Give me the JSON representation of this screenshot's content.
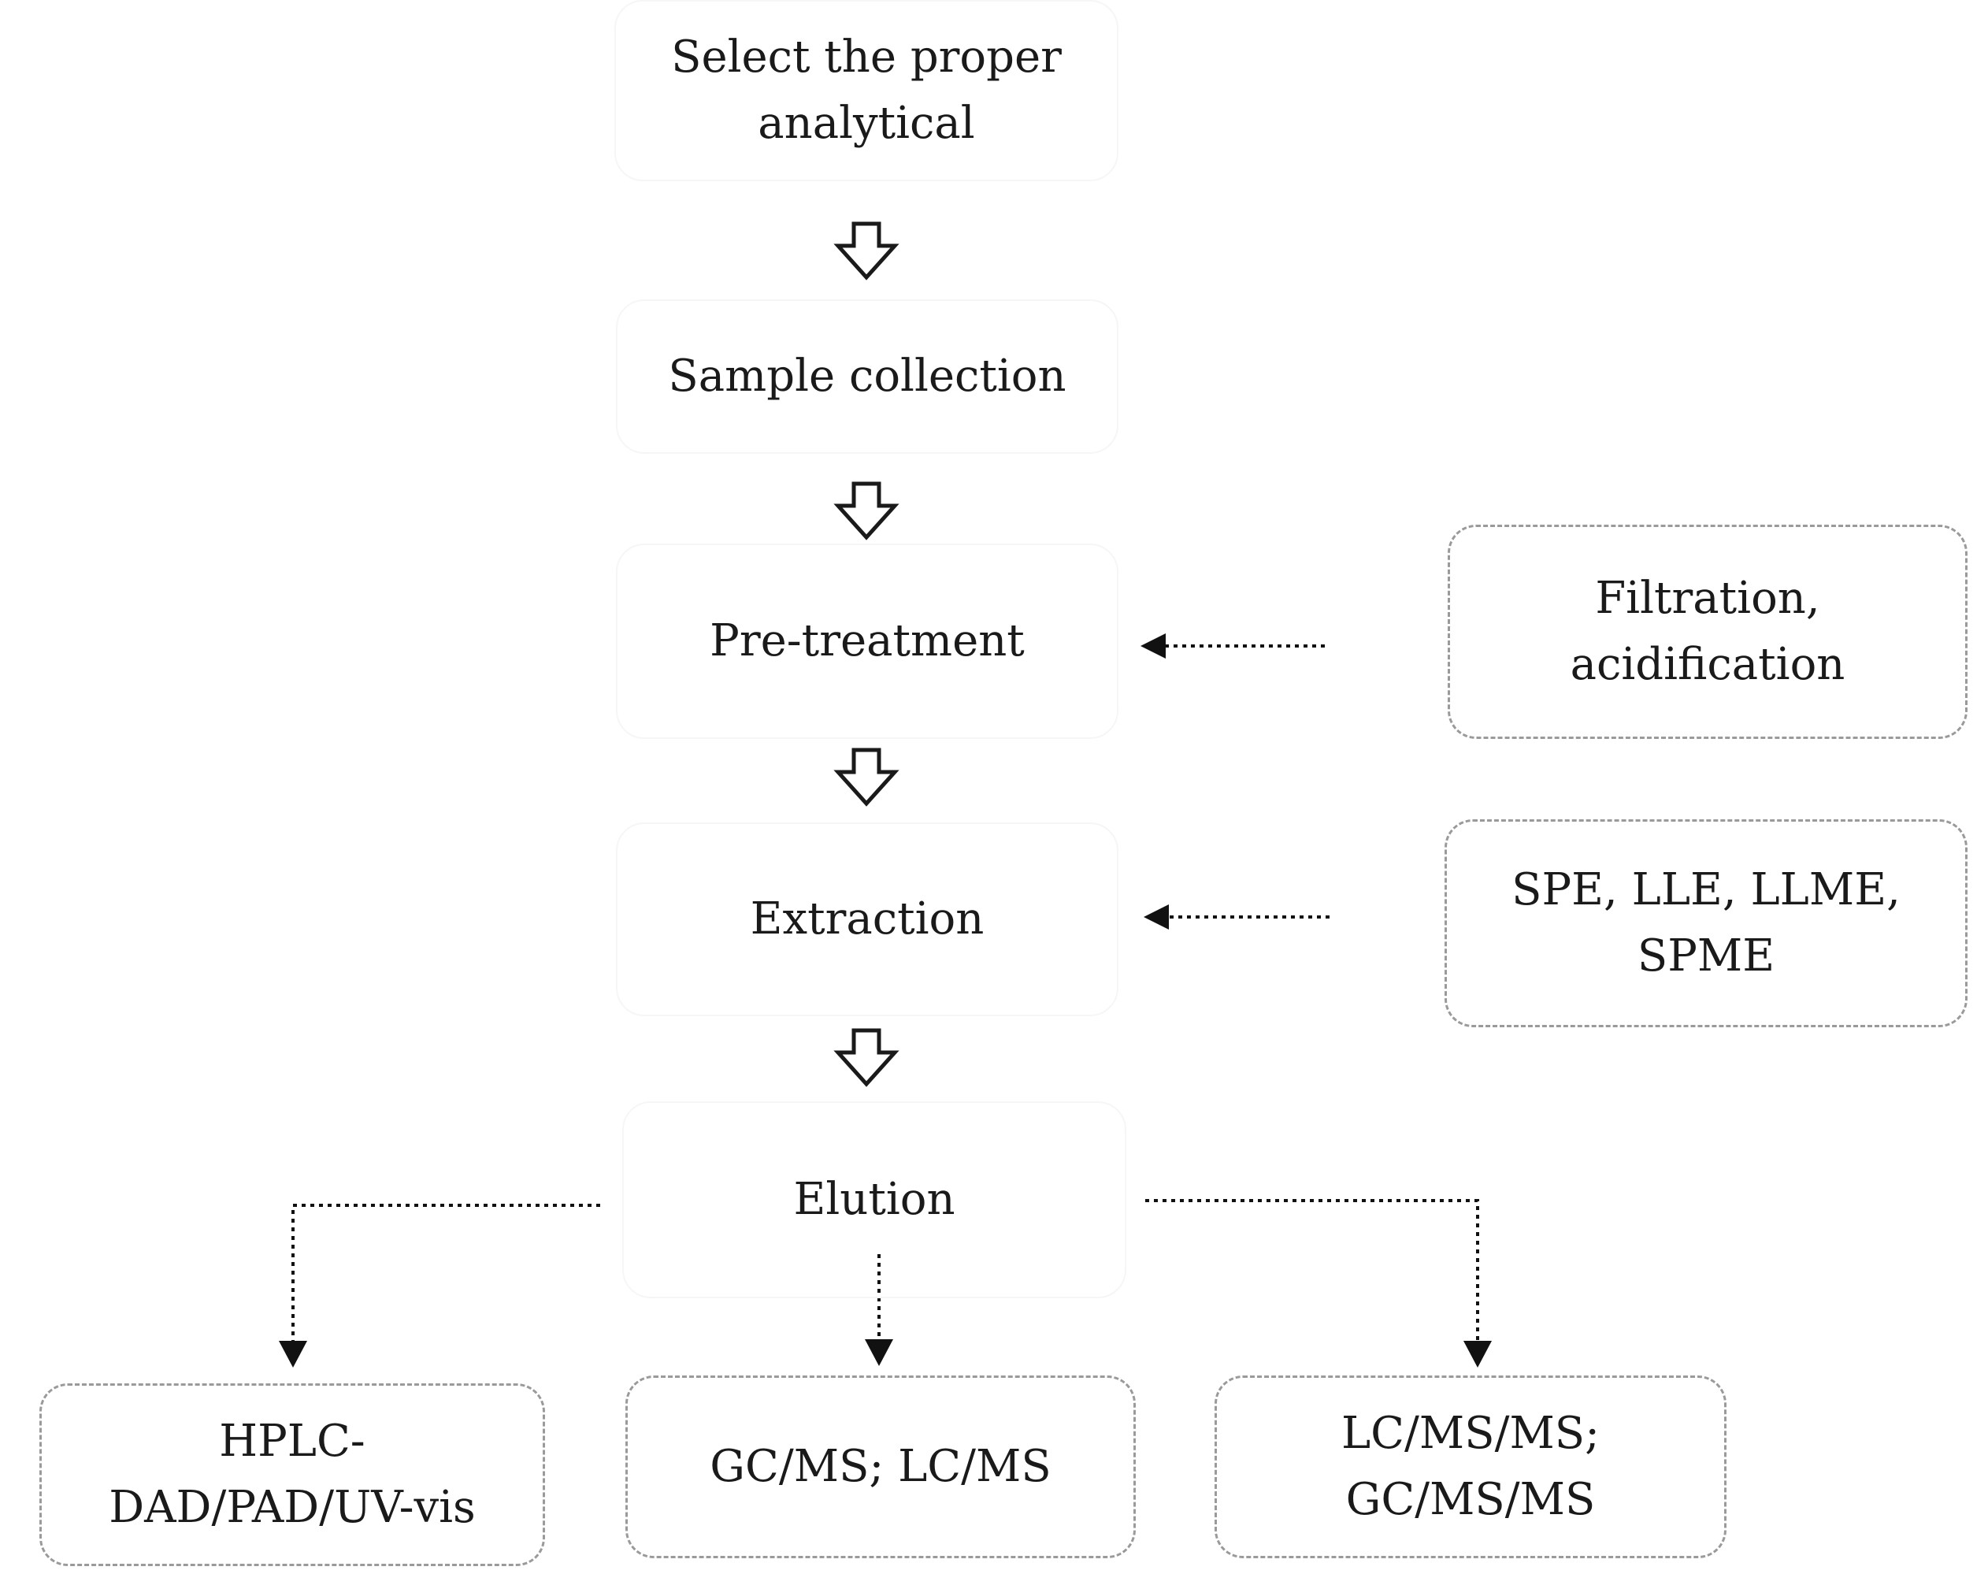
{
  "diagram": {
    "steps": [
      {
        "id": "select",
        "label": "Select the proper\nanalytical"
      },
      {
        "id": "collection",
        "label": "Sample collection"
      },
      {
        "id": "pretreatment",
        "label": "Pre-treatment"
      },
      {
        "id": "extraction",
        "label": "Extraction"
      },
      {
        "id": "elution",
        "label": "Elution"
      }
    ],
    "side_notes": [
      {
        "id": "pretreatment_methods",
        "label": "Filtration,\nacidification",
        "attaches_to": "pretreatment"
      },
      {
        "id": "extraction_methods",
        "label": "SPE, LLE, LLME,\nSPME",
        "attaches_to": "extraction"
      }
    ],
    "outputs": [
      {
        "id": "hplc",
        "label": "HPLC-\nDAD/PAD/UV-vis"
      },
      {
        "id": "gcms_lcms",
        "label": "GC/MS; LC/MS"
      },
      {
        "id": "tandem",
        "label": "LC/MS/MS;\nGC/MS/MS"
      }
    ]
  }
}
